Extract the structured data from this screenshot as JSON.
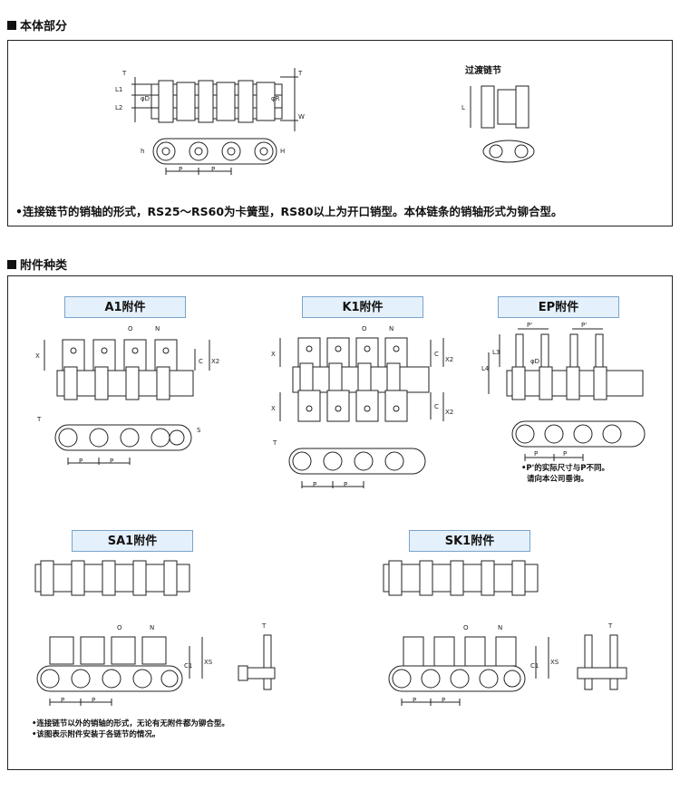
{
  "section1": {
    "title": "本体部分",
    "transition_link_title": "过渡链节",
    "note": "•连接链节的销轴的形式，RS25～RS60为卡簧型，RS80以上为开口销型。本体链条的销轴形式为铆合型。",
    "dim_labels": {
      "T_left": "T",
      "L1": "L1",
      "L2": "L2",
      "phiD": "φD",
      "phiR": "φR",
      "T_right": "T",
      "W": "W",
      "h": "h",
      "H": "H",
      "P1": "P",
      "P2": "P",
      "L": "L"
    }
  },
  "section2": {
    "title": "附件种类",
    "attachments": [
      {
        "label": "A1附件"
      },
      {
        "label": "K1附件"
      },
      {
        "label": "EP附件"
      },
      {
        "label": "SA1附件"
      },
      {
        "label": "SK1附件"
      }
    ],
    "ep_note_line1": "•P'的实际尺寸与P不同。",
    "ep_note_line2": "请向本公司垂询。",
    "bottom_note_line1": "•连接链节以外的销轴的形式，无论有无附件都为铆合型。",
    "bottom_note_line2": "•该图表示附件安装于各链节的情况。",
    "dim_labels": {
      "O": "O",
      "N": "N",
      "X": "X",
      "C": "C",
      "X2": "X2",
      "T": "T",
      "S": "S",
      "P": "P",
      "Pprime": "P'",
      "L3": "L3",
      "L4": "L4",
      "phiD": "φD",
      "C1": "C1",
      "XS": "XS"
    }
  }
}
